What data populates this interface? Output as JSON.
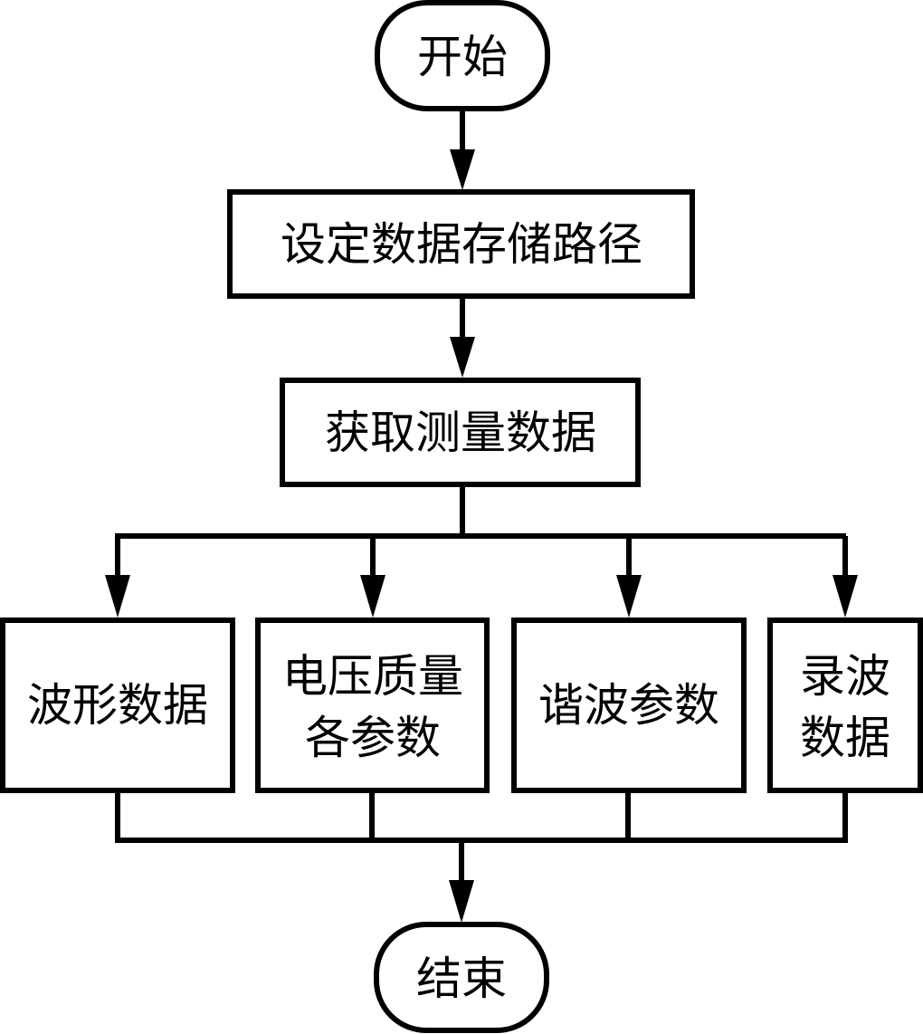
{
  "diagram": {
    "type": "flowchart",
    "nodes": {
      "start": {
        "shape": "terminal",
        "lines": [
          "开始"
        ]
      },
      "set_path": {
        "shape": "process",
        "lines": [
          "设定数据存储路径"
        ]
      },
      "get_data": {
        "shape": "process",
        "lines": [
          "获取测量数据"
        ]
      },
      "waveform": {
        "shape": "process",
        "lines": [
          "波形数据"
        ]
      },
      "voltage_quality": {
        "shape": "process",
        "lines": [
          "电压质量",
          "各参数"
        ]
      },
      "harmonic": {
        "shape": "process",
        "lines": [
          "谐波参数"
        ]
      },
      "recording": {
        "shape": "process",
        "lines": [
          "录波",
          "数据"
        ]
      },
      "end": {
        "shape": "terminal",
        "lines": [
          "结束"
        ]
      }
    },
    "edges": [
      {
        "from": "start",
        "to": "set_path"
      },
      {
        "from": "set_path",
        "to": "get_data"
      },
      {
        "from": "get_data",
        "to": "waveform"
      },
      {
        "from": "get_data",
        "to": "voltage_quality"
      },
      {
        "from": "get_data",
        "to": "harmonic"
      },
      {
        "from": "get_data",
        "to": "recording"
      },
      {
        "from": "waveform",
        "to": "end"
      },
      {
        "from": "voltage_quality",
        "to": "end"
      },
      {
        "from": "harmonic",
        "to": "end"
      },
      {
        "from": "recording",
        "to": "end"
      }
    ]
  }
}
